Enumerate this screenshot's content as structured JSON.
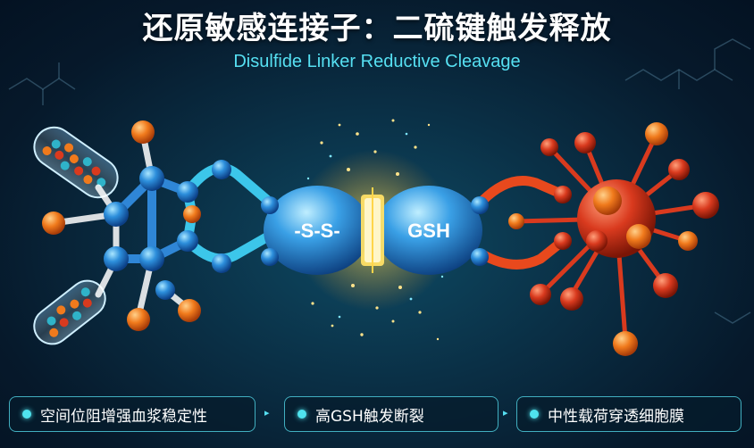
{
  "title": "还原敏感连接子：二硫键触发释放",
  "subtitle": "Disulfide Linker Reductive Cleavage",
  "bond_label": "-S-S-",
  "reductant_label": "GSH",
  "features": [
    {
      "label": "空间位阻增强血浆稳定性"
    },
    {
      "label": "高GSH触发断裂"
    },
    {
      "label": "中性载荷穿透细胞膜"
    }
  ],
  "colors": {
    "cyan": "#56e0f2",
    "blue": "#2d8fdc",
    "orange": "#f07a1c",
    "red": "#d93a1e",
    "spark": "#ffd54a"
  },
  "icons": [
    "capsule-icon",
    "molecule-icon",
    "spark-icon",
    "payload-icon",
    "arrow-right-icon"
  ]
}
